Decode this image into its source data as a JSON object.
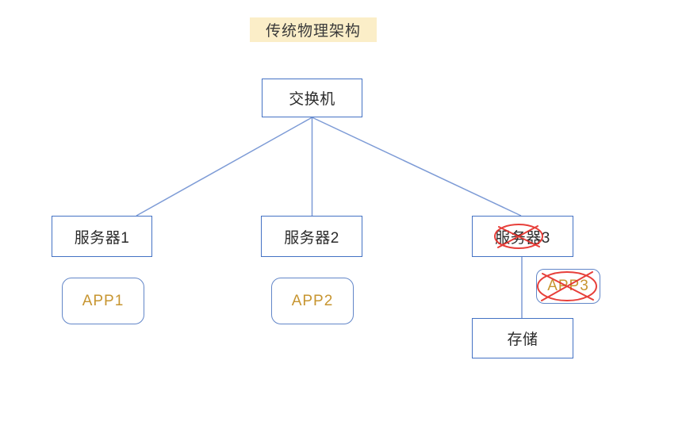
{
  "title": {
    "label": "传统物理架构"
  },
  "nodes": {
    "switch": {
      "label": "交换机"
    },
    "server1": {
      "label": "服务器1"
    },
    "server2": {
      "label": "服务器2"
    },
    "server3": {
      "label": "服务器3",
      "annotation": "crossed-out-red-ellipse"
    },
    "app1": {
      "label": "APP1"
    },
    "app2": {
      "label": "APP2"
    },
    "app3": {
      "label": "APP3",
      "annotation": "crossed-out-red-ellipse"
    },
    "storage": {
      "label": "存储"
    }
  },
  "connections": [
    {
      "from": "switch",
      "to": "server1"
    },
    {
      "from": "switch",
      "to": "server2"
    },
    {
      "from": "switch",
      "to": "server3"
    },
    {
      "from": "server3",
      "to": "storage"
    }
  ],
  "colors": {
    "background": "#FFFFFF",
    "title_bg": "#FBEEC8",
    "box_border": "#4472C4",
    "rounded_box_border": "#6286C8",
    "connector_line": "#7D9BD6",
    "app_text": "#C79530",
    "annotation_red": "#E52B25",
    "text": "#2B2B2B"
  }
}
